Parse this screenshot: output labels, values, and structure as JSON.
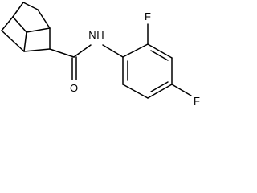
{
  "molecule": {
    "atoms": {
      "nitrogen": "N",
      "hydrogen": "H",
      "oxygen": "O",
      "fluorine_ortho": "F",
      "fluorine_para": "F"
    },
    "colors": {
      "bond": "#000000",
      "label": "#000000",
      "background": "#ffffff"
    }
  }
}
